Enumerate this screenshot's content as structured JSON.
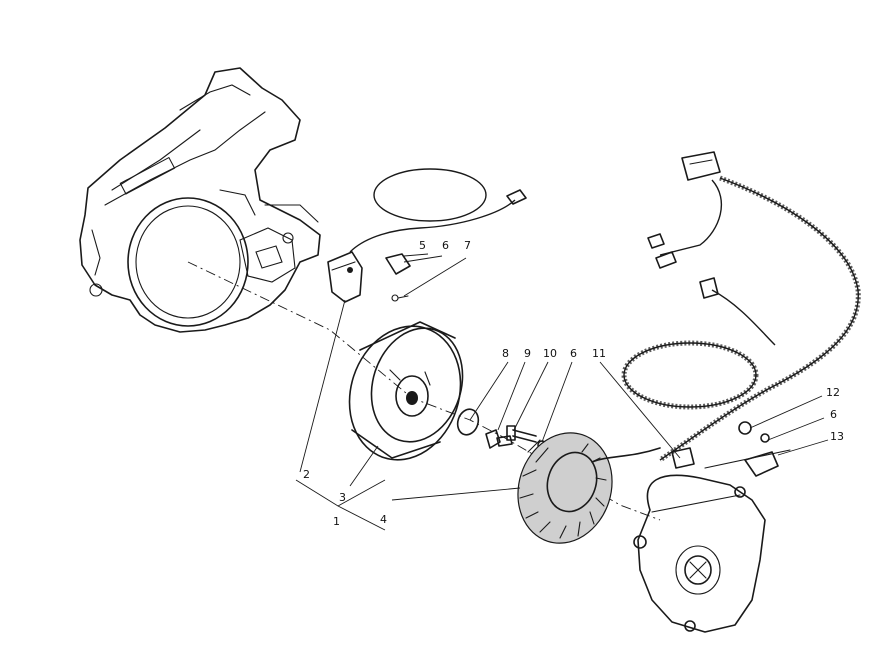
{
  "callouts": [
    {
      "id": "1",
      "text": "1"
    },
    {
      "id": "2",
      "text": "2"
    },
    {
      "id": "3",
      "text": "3"
    },
    {
      "id": "4",
      "text": "4"
    },
    {
      "id": "5",
      "text": "5"
    },
    {
      "id": "6a",
      "text": "6"
    },
    {
      "id": "7",
      "text": "7"
    },
    {
      "id": "8",
      "text": "8"
    },
    {
      "id": "9",
      "text": "9"
    },
    {
      "id": "10",
      "text": "10"
    },
    {
      "id": "6b",
      "text": "6"
    },
    {
      "id": "11",
      "text": "11"
    },
    {
      "id": "12",
      "text": "12"
    },
    {
      "id": "6c",
      "text": "6"
    },
    {
      "id": "13",
      "text": "13"
    }
  ]
}
